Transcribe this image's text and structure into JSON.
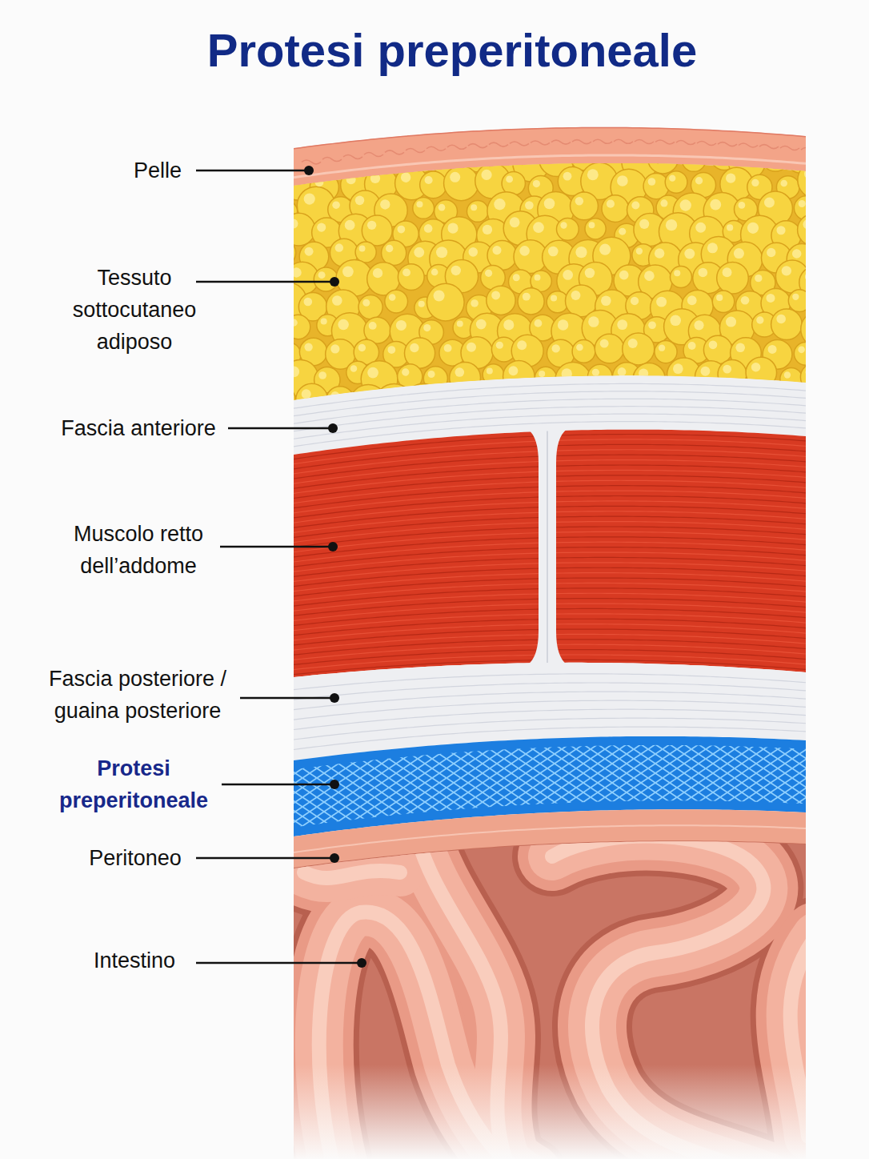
{
  "diagram": {
    "title": "Protesi preperitoneale",
    "labels": [
      "Pelle",
      "Tessuto sottocutaneo adiposo",
      "Fascia anteriore",
      "Muscolo retto dell’addome",
      "Fascia posteriore / guaina posteriore",
      "Protesi preperitoneale",
      "Peritoneo",
      "Intestino"
    ]
  }
}
